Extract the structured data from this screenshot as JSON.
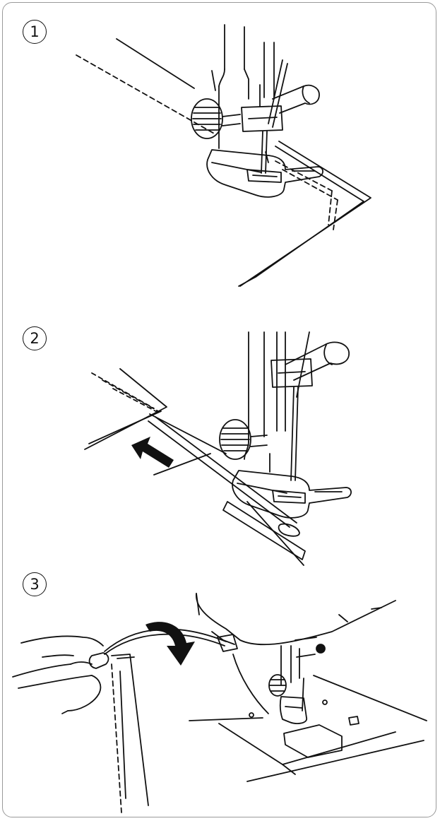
{
  "steps": [
    {
      "number": "1",
      "scene": "sewing-to-fabric-edge"
    },
    {
      "number": "2",
      "scene": "pulling-fabric-out-backward"
    },
    {
      "number": "3",
      "scene": "cutting-threads-on-thread-cutter"
    }
  ],
  "colors": {
    "line": "#111111",
    "frame": "#9a9a9a",
    "background": "#ffffff"
  }
}
